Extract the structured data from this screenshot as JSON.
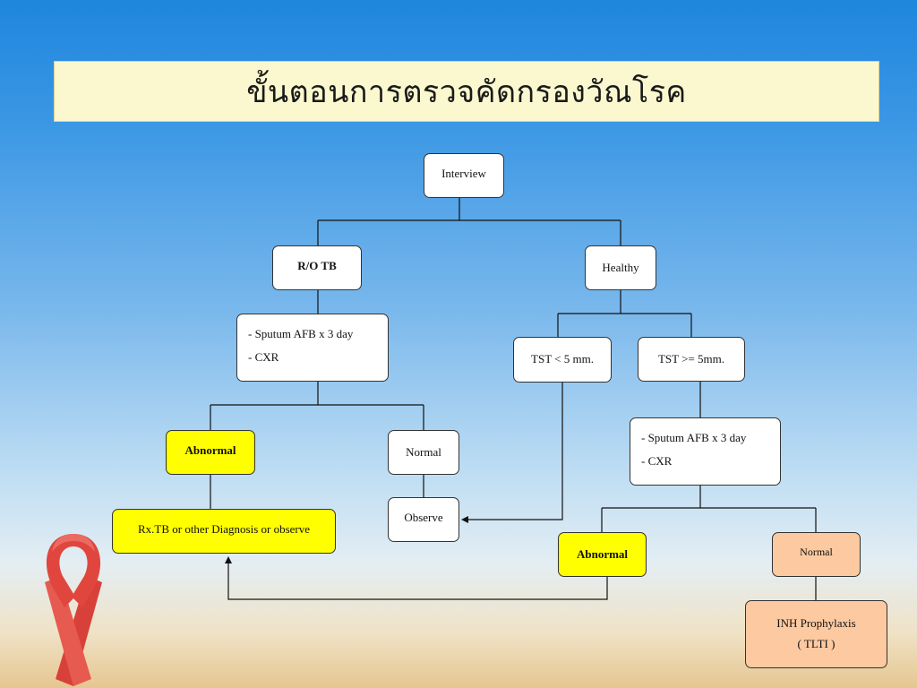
{
  "title": "ขั้นตอนการตรวจคัดกรองวัณโรค",
  "nodes": {
    "interview": "Interview",
    "ro_tb": "R/O TB",
    "healthy": "Healthy",
    "sputum_left": [
      "- Sputum AFB x 3 day",
      "- CXR"
    ],
    "tst_lt5": "TST < 5 mm.",
    "tst_ge5": "TST >= 5mm.",
    "abnormal_left": "Abnormal",
    "normal_left": "Normal",
    "sputum_right": [
      "- Sputum AFB x 3 day",
      "- CXR"
    ],
    "rx_tb": "Rx.TB or other Diagnosis or observe",
    "observe": "Observe",
    "abnormal_right": "Abnormal",
    "normal_right": "Normal",
    "inh": [
      "INH Prophylaxis",
      "( TLTI )"
    ]
  },
  "colors": {
    "highlight_yellow": "#ffff00",
    "peach": "#fcc9a0",
    "title_background": "#fbf8cf",
    "ribbon_red": "#e0463e"
  },
  "decorations": [
    "red-ribbon"
  ]
}
